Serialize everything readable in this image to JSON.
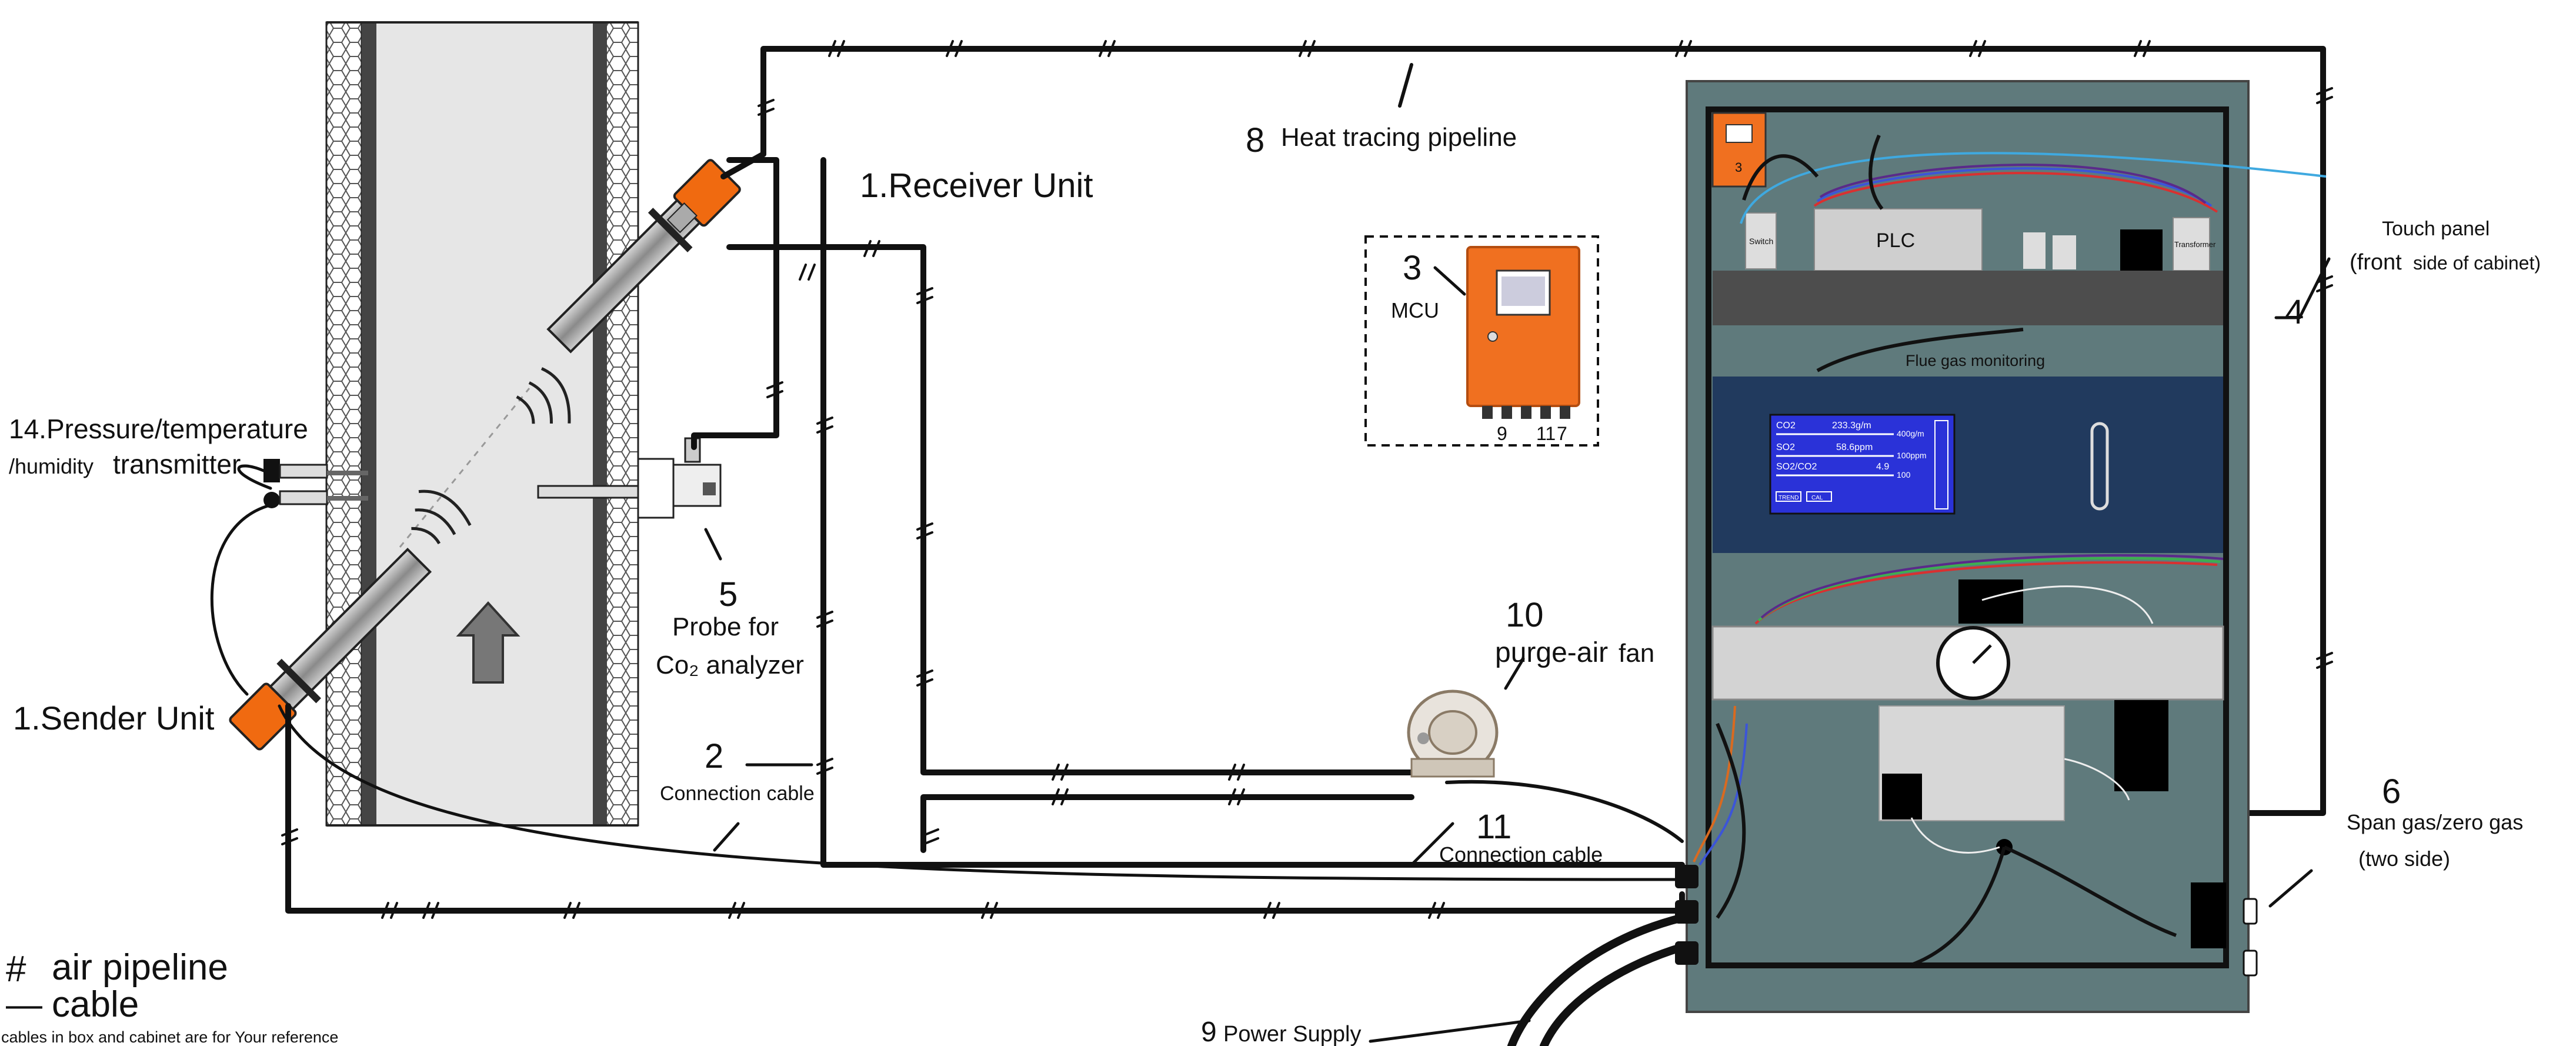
{
  "labels": {
    "receiver_unit": "1.Receiver Unit",
    "sender_unit": "1.Sender Unit",
    "heat_tracing_num": "8",
    "heat_tracing_text": "Heat tracing pipeline",
    "mcu_num": "3",
    "mcu_text": "MCU",
    "mcu_port_9": "9",
    "mcu_port_11": "11",
    "mcu_port_7": "7",
    "probe_num": "5",
    "probe_line1": "Probe for",
    "probe_line2": "Co₂ analyzer",
    "transmitter_line1": "14.Pressure/temperature",
    "transmitter_line2_small": "/humidity",
    "transmitter_line2_big": "transmitter",
    "conn2_num": "2",
    "conn2_text": "Connection cable",
    "fan_num": "10",
    "fan_text_bold": "purge-air",
    "fan_text": "fan",
    "conn11_num": "11",
    "conn11_text": "Connection cable",
    "power_num": "9",
    "power_text": "Power Supply",
    "touch_panel": "Touch panel",
    "front_paren_open": "(front",
    "front_rest": "side of cabinet)",
    "cabinet_num": "4",
    "span_num": "6",
    "span_text": "Span gas/zero gas",
    "span_sub": "(two side)",
    "legend_hash": "#",
    "legend_air": "air pipeline",
    "legend_dash": "—",
    "legend_cable": "cable",
    "footnote": "cables in box and cabinet are for Your reference"
  },
  "cabinet": {
    "plc": "PLC",
    "switch": "Switch",
    "transformer": "Transformer",
    "box_num": "3",
    "flue_gas": "Flue gas monitoring",
    "screen": {
      "row1_name": "CO2",
      "row1_val": "233.3g/m",
      "row1_max": "400g/m",
      "row2_name": "SO2",
      "row2_val": "58.6ppm",
      "row2_max": "100ppm",
      "row3_name": "SO2/CO2",
      "row3_val": "4.9",
      "row3_max": "100",
      "btn1": "TREND",
      "btn2": "CAL"
    }
  },
  "colors": {
    "cabinet_body": "#5f7a7c",
    "mcu_orange": "#f07020",
    "screen_blue": "#2a32d8",
    "panel_navy": "#213a5e",
    "flange_orange": "#f06a10"
  }
}
